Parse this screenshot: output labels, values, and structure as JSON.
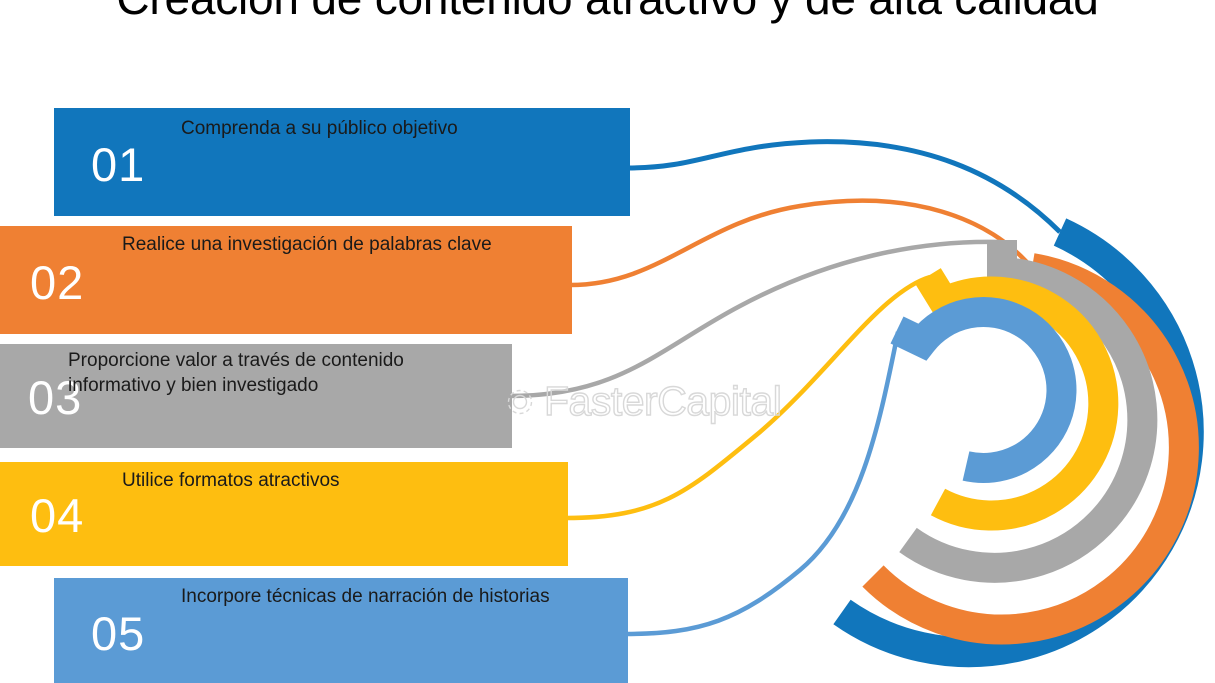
{
  "slide": {
    "title": "Creación de contenido atractivo y de alta calidad",
    "background_color": "#ffffff"
  },
  "palette": {
    "blue": "#1176bc",
    "orange": "#ef8033",
    "gray": "#a8a8a8",
    "yellow": "#febe10",
    "light_blue": "#5b9bd5",
    "text_dark": "#1a1a1a",
    "number_white": "#ffffff"
  },
  "steps": [
    {
      "number": "01",
      "label": "Comprenda a su público objetivo",
      "color": "#1176bc"
    },
    {
      "number": "02",
      "label": "Realice una investigación de palabras clave",
      "color": "#ef8033"
    },
    {
      "number": "03",
      "label": "Proporcione valor a través de contenido informativo y bien investigado",
      "color": "#a8a8a8"
    },
    {
      "number": "04",
      "label": "Utilice formatos atractivos",
      "color": "#febe10"
    },
    {
      "number": "05",
      "label": "Incorpore técnicas de narración de historias",
      "color": "#5b9bd5"
    }
  ],
  "watermark": {
    "text": "FasterCapital",
    "icon": "gear-icon",
    "color": "#d8d8d8"
  }
}
